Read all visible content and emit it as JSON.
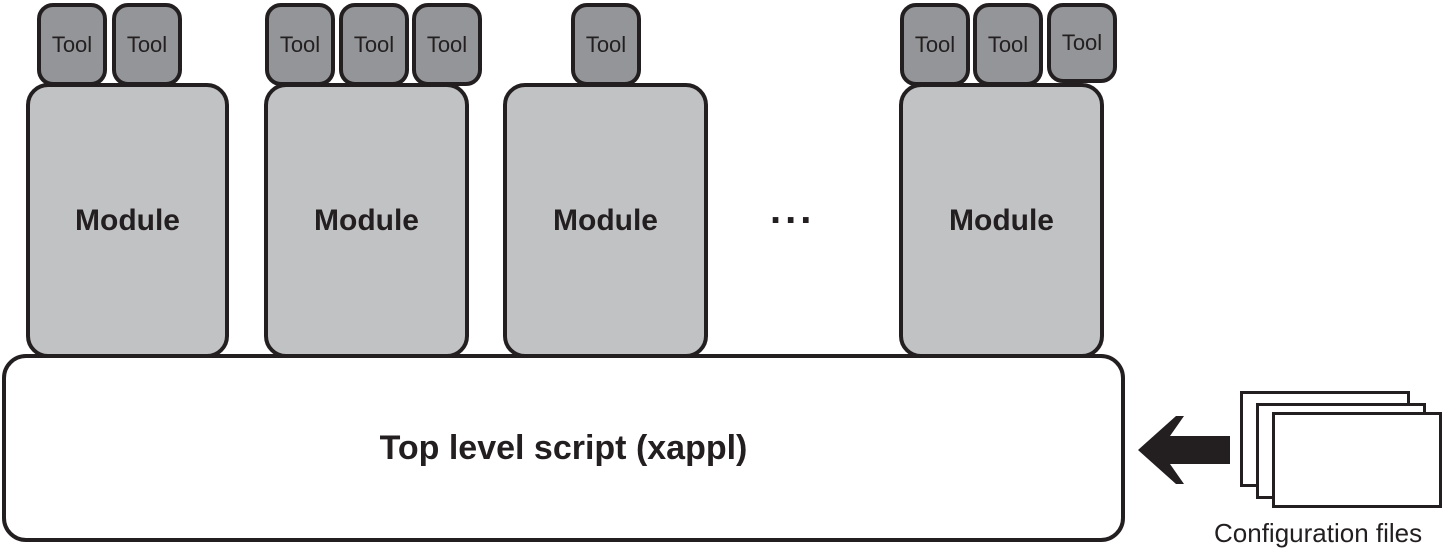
{
  "modules": [
    {
      "label": "Module",
      "tools": [
        "Tool",
        "Tool"
      ]
    },
    {
      "label": "Module",
      "tools": [
        "Tool",
        "Tool",
        "Tool"
      ]
    },
    {
      "label": "Module",
      "tools": [
        "Tool"
      ]
    },
    {
      "label": "Module",
      "tools": [
        "Tool",
        "Tool",
        "Tool"
      ]
    }
  ],
  "ellipsis": "...",
  "top_script": {
    "label": "Top level script (xappl)"
  },
  "config": {
    "label": "Configuration files",
    "sheet_count": 3
  },
  "colors": {
    "tool_fill": "#939598",
    "module_fill": "#c1c2c4",
    "outline": "#231f20",
    "script_fill": "#ffffff"
  }
}
